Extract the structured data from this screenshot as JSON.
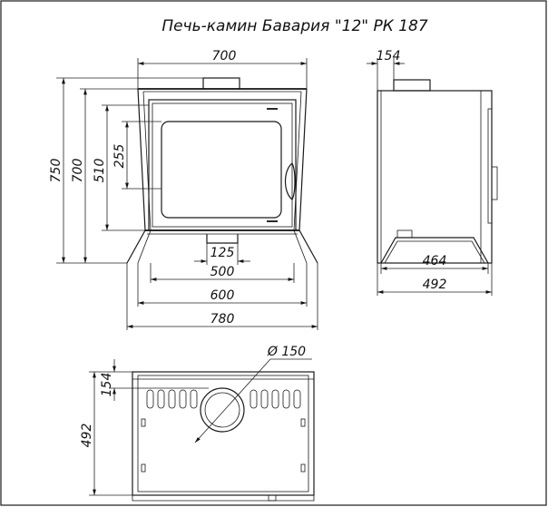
{
  "title": "Печь-камин Бавария \"12\" РК 187",
  "front_view": {
    "width_top": "700",
    "height_total": "750",
    "height_body": "700",
    "height_door": "510",
    "height_window": "255",
    "duct_width": "125",
    "base_inner": "500",
    "base_width": "600",
    "width_overall": "780"
  },
  "side_view": {
    "flue_offset": "154",
    "base_inner": "464",
    "depth_total": "492"
  },
  "top_view": {
    "flue_diameter": "Ø 150",
    "flue_offset": "154",
    "depth_total": "492"
  }
}
